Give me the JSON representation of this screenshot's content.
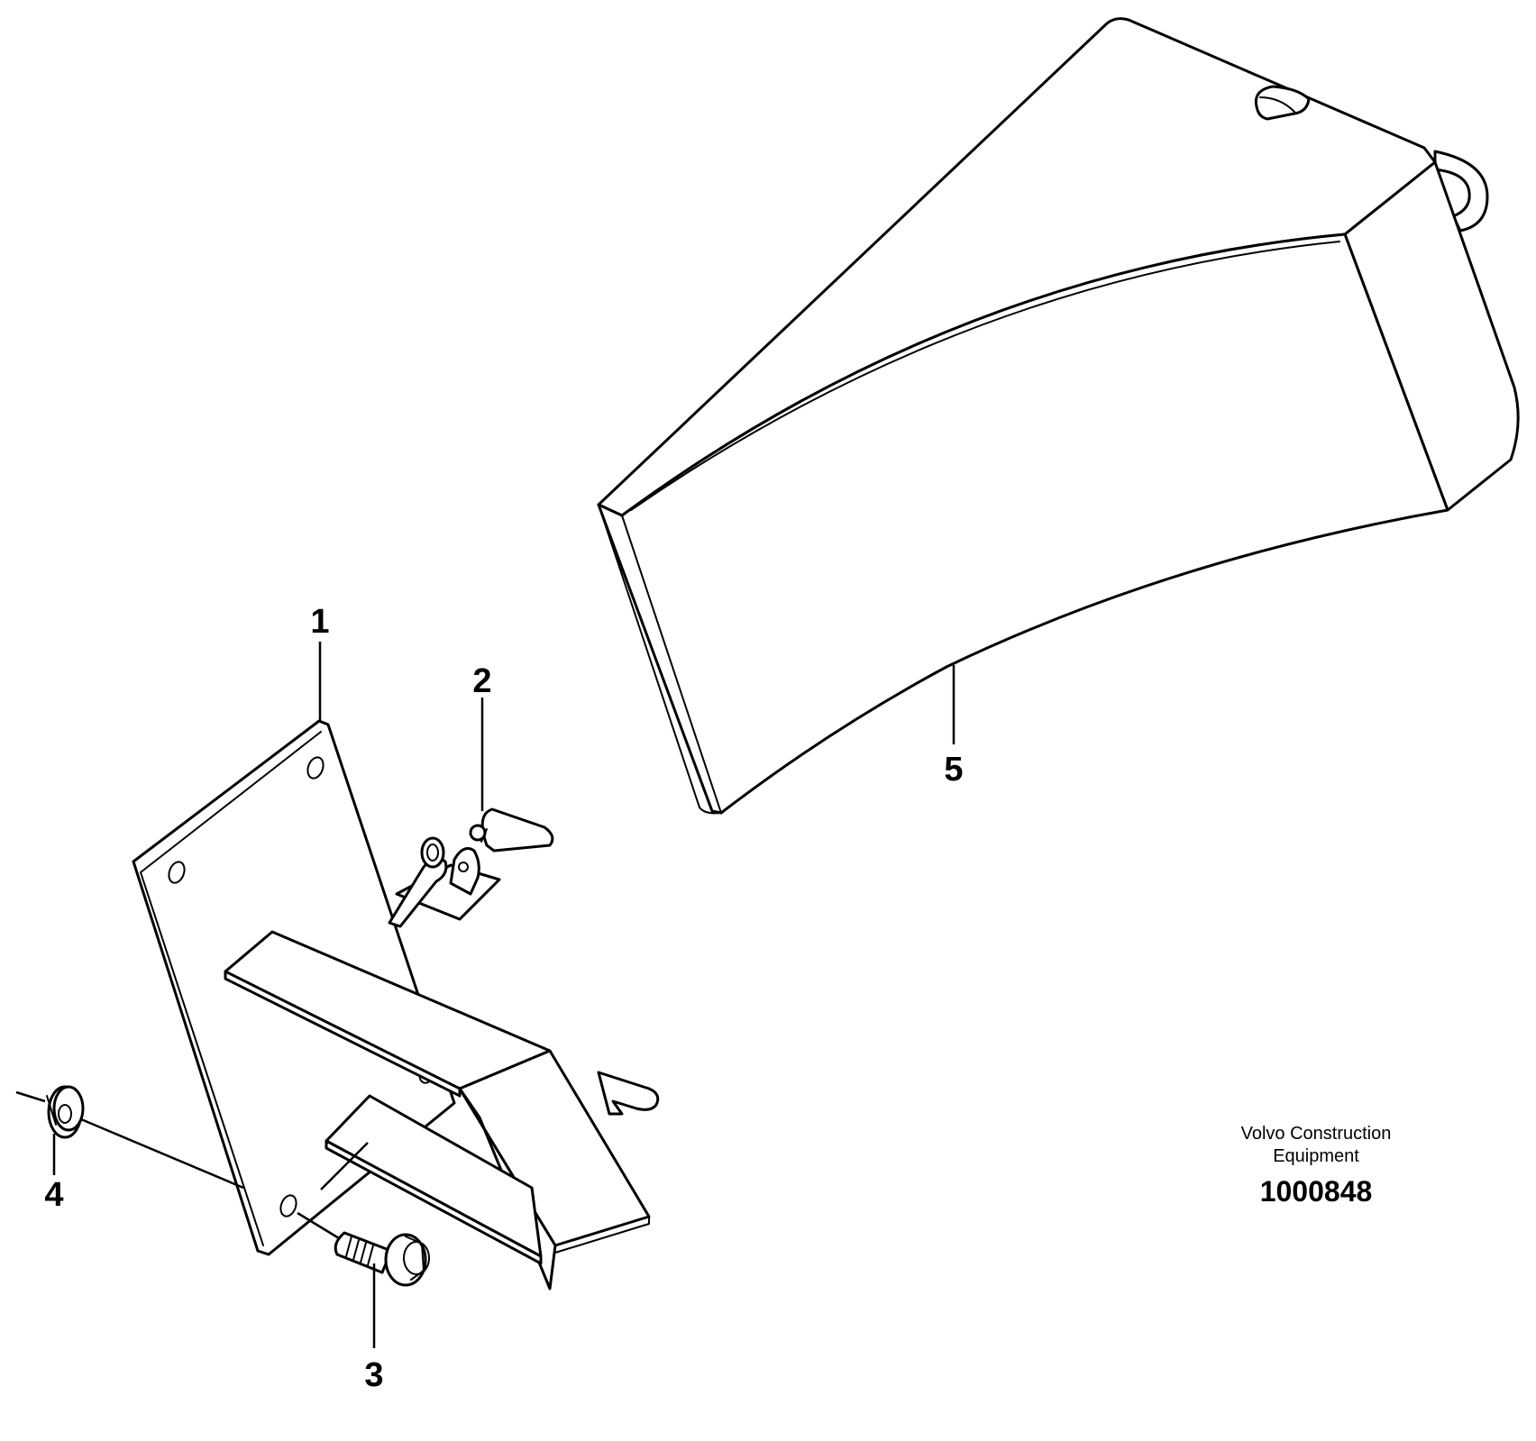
{
  "callouts": [
    "1",
    "2",
    "3",
    "4",
    "5"
  ],
  "caption": {
    "line1": "Volvo Construction",
    "line2": "Equipment",
    "number": "1000848"
  },
  "colors": {
    "line": "#000000",
    "background": "#ffffff"
  }
}
